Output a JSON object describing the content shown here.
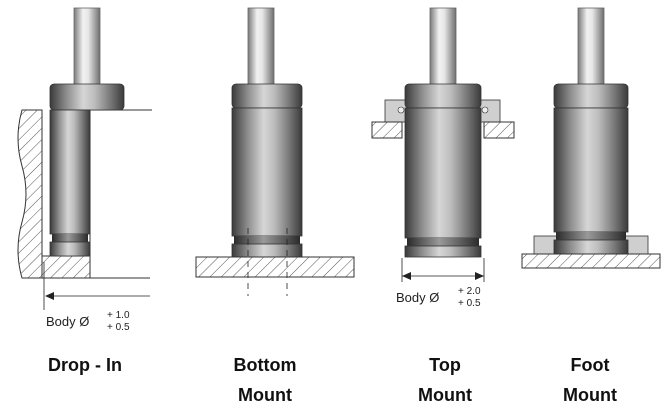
{
  "dimensions": {
    "drop_in": {
      "label": "Body Ø",
      "tol_upper": "+ 1.0",
      "tol_lower": "+ 0.5"
    },
    "top_mount": {
      "label": "Body Ø",
      "tol_upper": "+ 2.0",
      "tol_lower": "+ 0.5"
    }
  },
  "captions": {
    "drop_in": {
      "line1": "Drop - In"
    },
    "bottom_mount": {
      "line1": "Bottom",
      "line2": "Mount"
    },
    "top_mount": {
      "line1": "Top",
      "line2": "Mount"
    },
    "foot_mount": {
      "line1": "Foot",
      "line2": "Mount"
    }
  },
  "colors": {
    "hatch": "#555555",
    "metal_dark": "#3a3a3a",
    "metal_light": "#d2d2d2",
    "plate": "#cfcfcf"
  }
}
